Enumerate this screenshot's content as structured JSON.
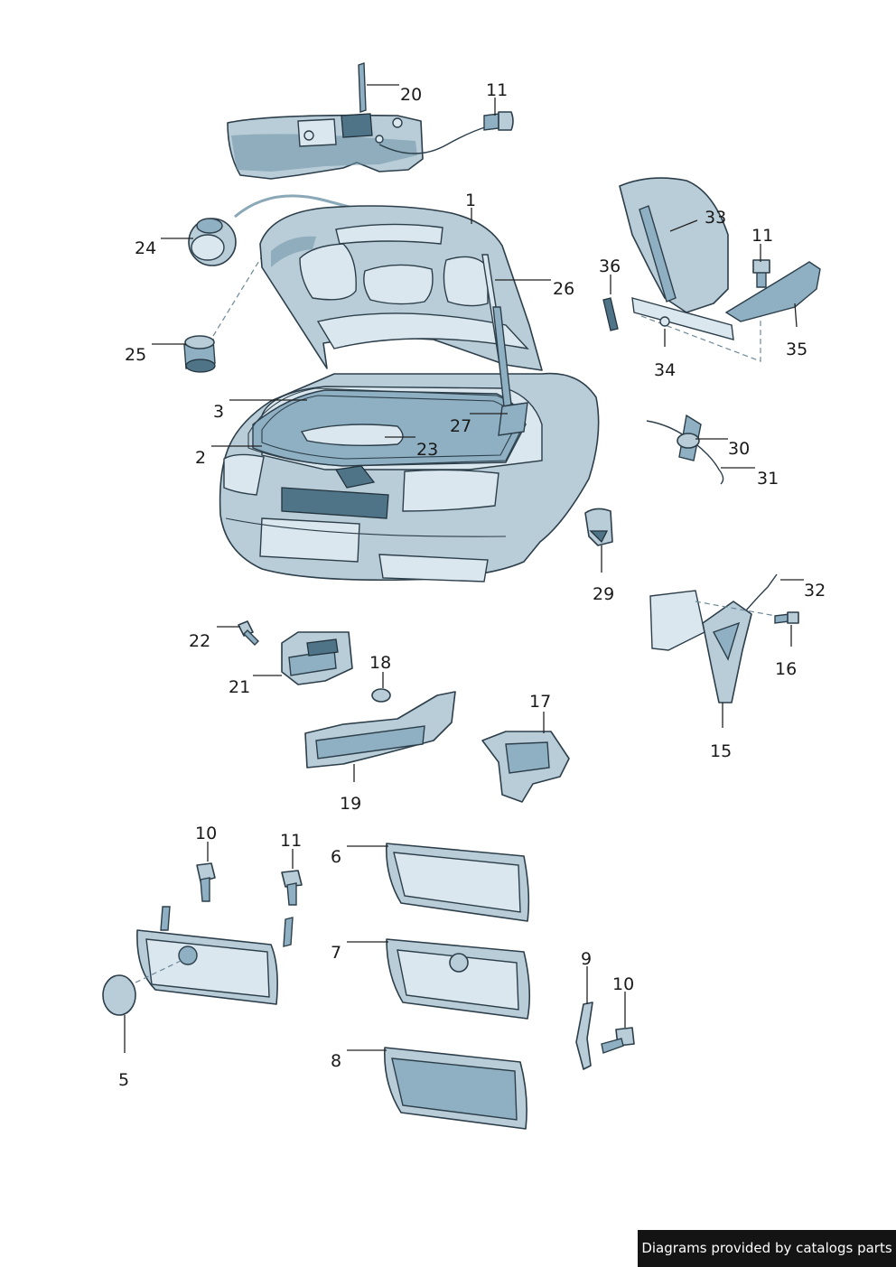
{
  "footer": {
    "credit": "Diagrams provided by catalogs parts"
  },
  "callouts": {
    "c1": "1",
    "c2": "2",
    "c3": "3",
    "c5": "5",
    "c6": "6",
    "c7": "7",
    "c8": "8",
    "c9": "9",
    "c10a": "10",
    "c10b": "10",
    "c11a": "11",
    "c11b": "11",
    "c11c": "11",
    "c15": "15",
    "c16": "16",
    "c17": "17",
    "c18": "18",
    "c19": "19",
    "c20": "20",
    "c21": "21",
    "c22": "22",
    "c23": "23",
    "c24": "24",
    "c25": "25",
    "c26": "26",
    "c27": "27",
    "c29": "29",
    "c30": "30",
    "c31": "31",
    "c32": "32",
    "c33": "33",
    "c34": "34",
    "c35": "35",
    "c36": "36"
  },
  "colors": {
    "part_fill": "#b9cdd8",
    "part_outline": "#2c3e4a",
    "badge_background": "#141414",
    "badge_text": "#ffffff"
  }
}
